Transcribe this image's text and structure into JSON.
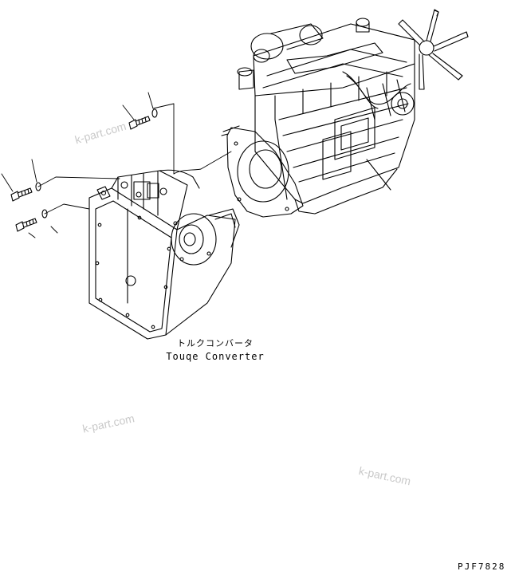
{
  "part_label": {
    "japanese": "トルクコンバータ",
    "english": "Touqe Converter"
  },
  "drawing_code": "PJF7828",
  "watermarks": [
    "k-part.com",
    "k-part.com",
    "k-part.com"
  ],
  "colors": {
    "line": "#000000",
    "watermark": "#c9c9c9",
    "background": "#ffffff"
  }
}
